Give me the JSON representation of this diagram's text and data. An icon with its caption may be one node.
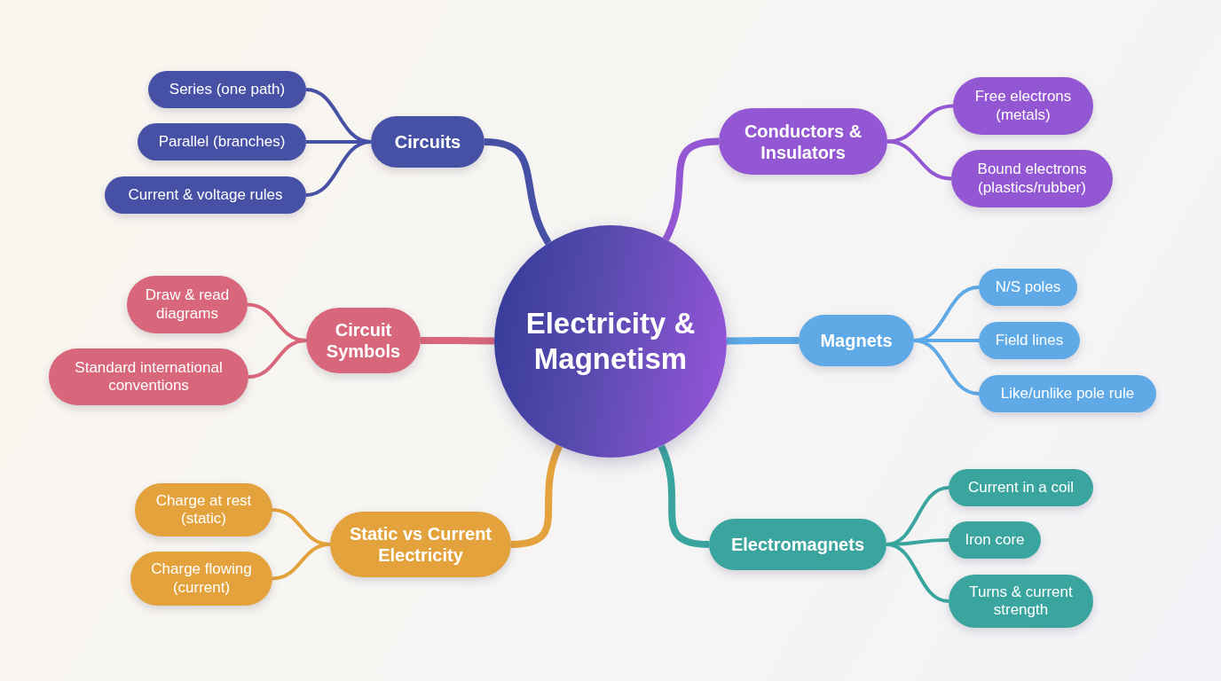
{
  "diagram": {
    "nodes": [
      {
        "text": [
          "Electricity & Magnetism"
        ]
      },
      {
        "text": [
          "Circuits"
        ]
      },
      {
        "text": [
          "Series (one path)"
        ]
      },
      {
        "text": [
          "Parallel (branches)"
        ]
      },
      {
        "text": [
          "Current & voltage rules"
        ]
      },
      {
        "text": [
          "Conductors & Insulators"
        ]
      },
      {
        "text": [
          "Free electrons (metals)"
        ]
      },
      {
        "text": [
          "Bound electrons (plastics/rubber)"
        ]
      },
      {
        "text": [
          "Circuit Symbols"
        ]
      },
      {
        "text": [
          "Draw & read diagrams"
        ]
      },
      {
        "text": [
          "Standard international conventions"
        ]
      },
      {
        "text": [
          "Magnets"
        ]
      },
      {
        "text": [
          "N/S poles"
        ]
      },
      {
        "text": [
          "Field lines"
        ]
      },
      {
        "text": [
          "Like/unlike pole rule"
        ]
      },
      {
        "text": [
          "Static vs Current Electricity"
        ]
      },
      {
        "text": [
          "Charge at rest (static)"
        ]
      },
      {
        "text": [
          "Charge flowing (current)"
        ]
      },
      {
        "text": [
          "Electromagnets"
        ]
      },
      {
        "text": [
          "Current in a coil"
        ]
      },
      {
        "text": [
          "Iron core"
        ]
      },
      {
        "text": [
          "Turns & current strength"
        ]
      }
    ],
    "edges": [
      {
        "from": 0,
        "to": 1,
        "arrow": "none",
        "style": "thick",
        "color": "#4651a6"
      },
      {
        "from": 1,
        "to": 2,
        "arrow": "none",
        "color": "#4651a6"
      },
      {
        "from": 1,
        "to": 3,
        "arrow": "none",
        "color": "#4651a6"
      },
      {
        "from": 1,
        "to": 4,
        "arrow": "none",
        "color": "#4651a6"
      },
      {
        "from": 0,
        "to": 5,
        "arrow": "none",
        "style": "thick",
        "color": "#9357d3"
      },
      {
        "from": 5,
        "to": 6,
        "arrow": "none",
        "color": "#9357d3"
      },
      {
        "from": 5,
        "to": 7,
        "arrow": "none",
        "color": "#9357d3"
      },
      {
        "from": 0,
        "to": 8,
        "arrow": "none",
        "style": "thick",
        "color": "#d8677b"
      },
      {
        "from": 8,
        "to": 9,
        "arrow": "none",
        "color": "#d8677b"
      },
      {
        "from": 8,
        "to": 10,
        "arrow": "none",
        "color": "#d8677b"
      },
      {
        "from": 0,
        "to": 11,
        "arrow": "none",
        "style": "thick",
        "color": "#5ea9e6"
      },
      {
        "from": 11,
        "to": 12,
        "arrow": "none",
        "color": "#5ea9e6"
      },
      {
        "from": 11,
        "to": 13,
        "arrow": "none",
        "color": "#5ea9e6"
      },
      {
        "from": 11,
        "to": 14,
        "arrow": "none",
        "color": "#5ea9e6"
      },
      {
        "from": 0,
        "to": 15,
        "arrow": "none",
        "style": "thick",
        "color": "#e3a23b"
      },
      {
        "from": 15,
        "to": 16,
        "arrow": "none",
        "color": "#e3a23b"
      },
      {
        "from": 15,
        "to": 17,
        "arrow": "none",
        "color": "#e3a23b"
      },
      {
        "from": 0,
        "to": 18,
        "arrow": "none",
        "style": "thick",
        "color": "#3aa59e"
      },
      {
        "from": 18,
        "to": 19,
        "arrow": "none",
        "color": "#3aa59e"
      },
      {
        "from": 18,
        "to": 20,
        "arrow": "none",
        "color": "#3aa59e"
      },
      {
        "from": 18,
        "to": 21,
        "arrow": "none",
        "color": "#3aa59e"
      }
    ]
  }
}
